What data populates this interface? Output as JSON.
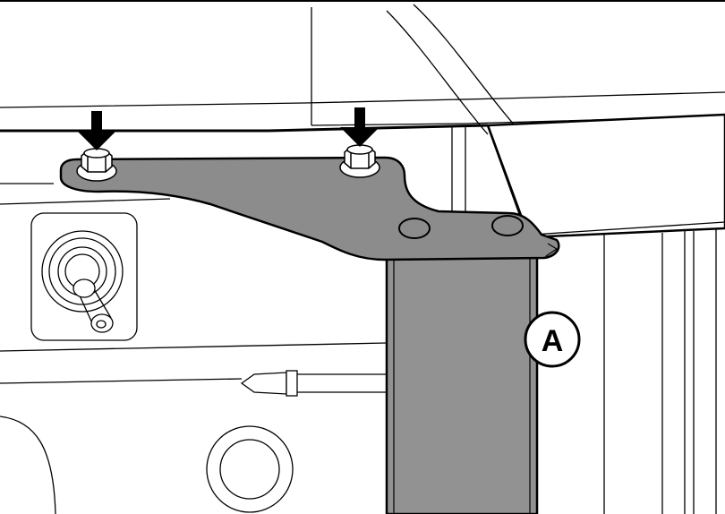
{
  "diagram": {
    "callouts": [
      {
        "id": "A",
        "label": "A"
      }
    ],
    "colors": {
      "line": "#000000",
      "background": "#ffffff",
      "bracket": "#8c8c8c",
      "bracket_dark": "#6f6f6f",
      "column": "#929292"
    },
    "arrows": [
      "down-arrow",
      "down-arrow"
    ],
    "fasteners": [
      "hex-bolt",
      "hex-bolt"
    ]
  }
}
